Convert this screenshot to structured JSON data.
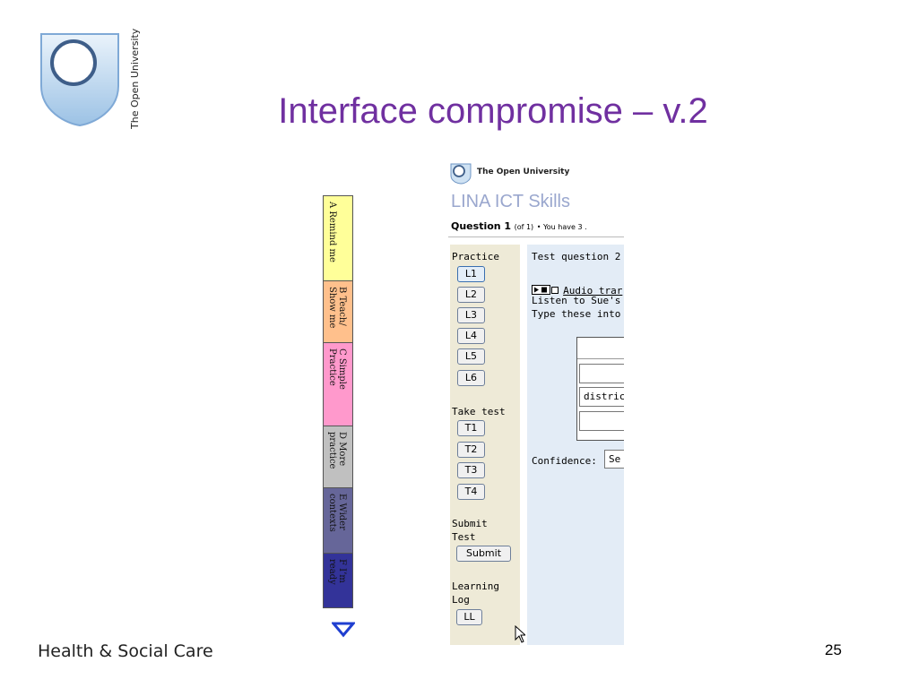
{
  "logo": {
    "text": "The Open University"
  },
  "slide": {
    "title": "Interface compromise – v.2",
    "footer": "Health & Social Care",
    "page_number": "25"
  },
  "tab_strip": {
    "tabs": [
      {
        "label": "A Remind me",
        "color": "#FFFF99"
      },
      {
        "label": "B Teach/\nShow me",
        "color": "#FFC08C"
      },
      {
        "label": "C Simple\nPractice",
        "color": "#FF99CC"
      },
      {
        "label": "D More\npractice",
        "color": "#C0C0C0"
      },
      {
        "label": "E Wider\ncontexts",
        "color": "#666699"
      },
      {
        "label": "F I’m\nready",
        "color": "#333399"
      }
    ],
    "arrow_icon": "triangle-down-icon"
  },
  "app": {
    "org_name": "The Open University",
    "title": "LINA ICT Skills",
    "question_label": "Question 1",
    "question_of": "(of 1)",
    "question_info": "• You have 3 .",
    "practice_label": "Practice",
    "practice_buttons": [
      "L1",
      "L2",
      "L3",
      "L4",
      "L5",
      "L6"
    ],
    "take_test_label": "Take test",
    "test_buttons": [
      "T1",
      "T2",
      "T3",
      "T4"
    ],
    "submit_label_1": "Submit",
    "submit_label_2": "Test",
    "submit_button": "Submit",
    "learning_log_label_1": "Learning",
    "learning_log_label_2": "Log",
    "learning_log_button": "LL",
    "test_question": "Test question 2",
    "audio_link": "Audio trar",
    "listen_text": "Listen to Sue's",
    "type_text": "Type these into",
    "answer_value": "district",
    "confidence_label": "Confidence:",
    "confidence_value": "Se"
  },
  "colors": {
    "title": "#7030A0",
    "app_title": "#9AA7CE",
    "left_panel": "#EEEAD7",
    "right_panel": "#E3ECF6"
  }
}
